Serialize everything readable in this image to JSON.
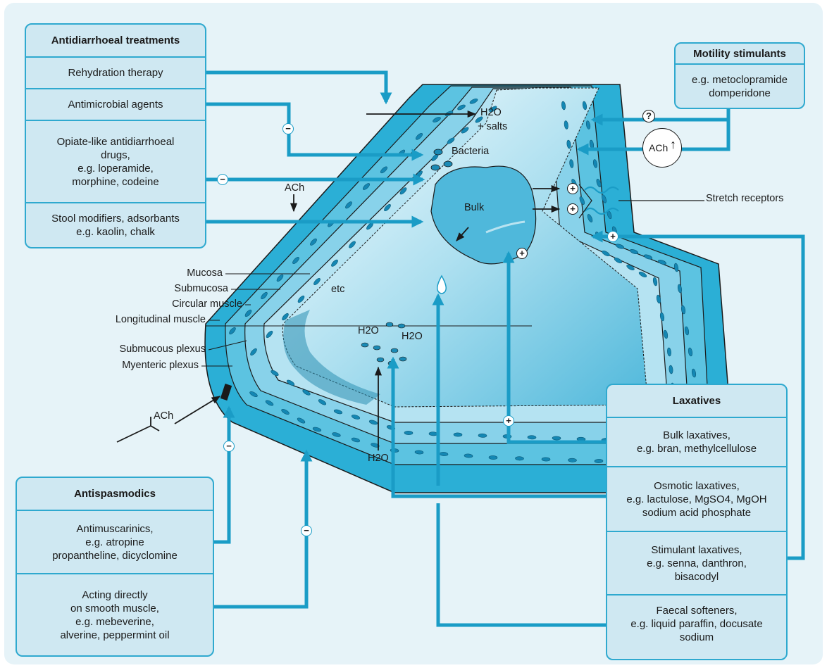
{
  "antidiarrhoeal": {
    "title": "Antidiarrhoeal treatments",
    "items": [
      "Rehydration therapy",
      "Antimicrobial agents",
      "Opiate-like antidiarrhoeal\ndrugs,\ne.g. loperamide,\nmorphine, codeine",
      "Stool modifiers, adsorbants\ne.g. kaolin, chalk"
    ]
  },
  "motility": {
    "title": "Motility stimulants",
    "items": [
      "e.g. metoclopramide\ndomperidone"
    ]
  },
  "laxatives": {
    "title": "Laxatives",
    "items": [
      "Bulk laxatives,\ne.g. bran, methylcellulose",
      "Osmotic laxatives,\ne.g. lactulose, MgSO4,  MgOH\nsodium acid phosphate",
      "Stimulant laxatives,\ne.g. senna, danthron,\nbisacodyl",
      "Faecal softeners,\ne.g. liquid paraffin, docusate\nsodium"
    ]
  },
  "antispasmodics": {
    "title": "Antispasmodics",
    "items": [
      "Antimuscarinics,\ne.g. atropine\npropantheline, dicyclomine",
      "Acting directly\non smooth muscle,\ne.g. mebeverine,\nalverine, peppermint oil"
    ]
  },
  "layers": [
    "Mucosa",
    "Submucosa",
    "Circular muscle",
    "Longitudinal muscle",
    "Submucous plexus",
    "Myenteric plexus"
  ],
  "labels": {
    "h2o_salts_1": "H2O",
    "h2o_salts_2": "+ salts",
    "bacteria": "Bacteria",
    "bulk": "Bulk",
    "stretch": "Stretch receptors",
    "etc": "etc",
    "ach_top": "ACh",
    "ach_left": "ACh",
    "ach_circle": "ACh",
    "h2o_a": "H2O",
    "h2o_b": "H2O",
    "h2o_bottom": "H2O",
    "question": "?"
  },
  "signs": {
    "minus": "−",
    "plus": "+"
  },
  "colors": {
    "accent": "#2fa9cf",
    "fill": "#cfe8f2",
    "background": "#e6f3f8"
  }
}
